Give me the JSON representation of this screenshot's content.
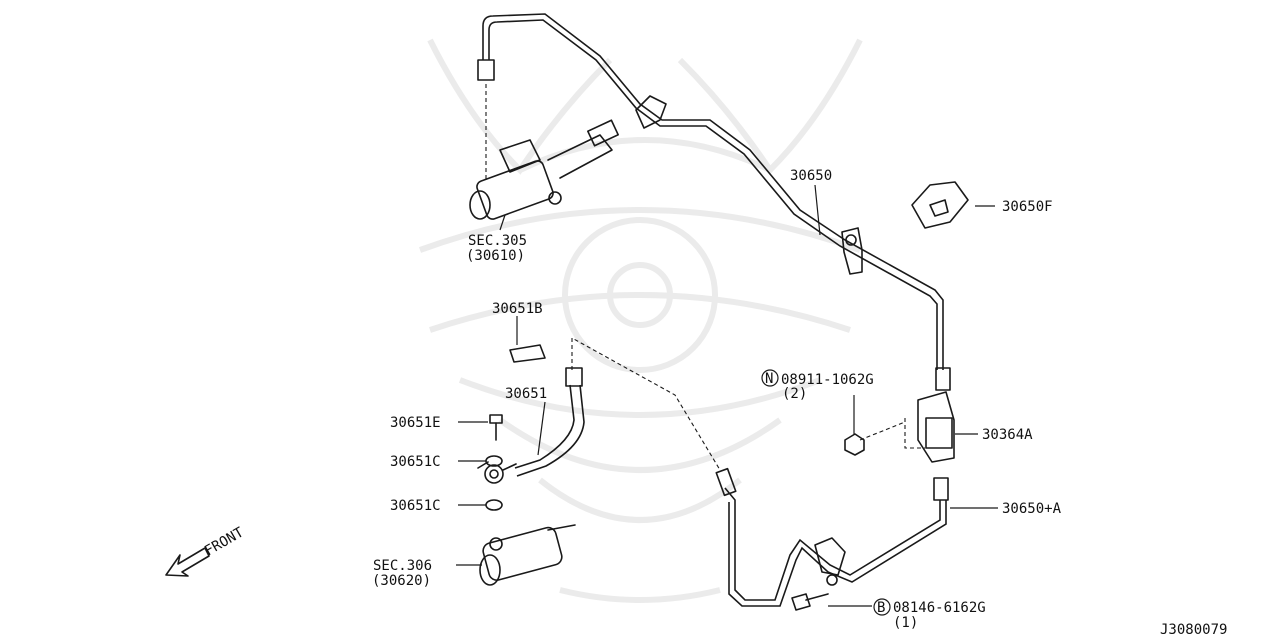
{
  "diagram": {
    "labels": {
      "sec305_a": "SEC.305",
      "sec305_b": "(30610)",
      "p30650": "30650",
      "p30650F": "30650F",
      "p30651B": "30651B",
      "p30651": "30651",
      "p30651E": "30651E",
      "p30651C_1": "30651C",
      "p30651C_2": "30651C",
      "sec306_a": "SEC.306",
      "sec306_b": "(30620)",
      "front": "FRONT",
      "nut_n_mark": "N",
      "nut_part": "08911-1062G",
      "nut_qty": "(2)",
      "p30364A": "30364A",
      "p30650A": "30650+A",
      "bolt_b_mark": "B",
      "bolt_part": "08146-6162G",
      "bolt_qty": "(1)",
      "diagram_code": "J3080079"
    },
    "colors": {
      "line": "#1a1a1a",
      "watermark": "#ebebeb",
      "background": "#ffffff"
    }
  }
}
